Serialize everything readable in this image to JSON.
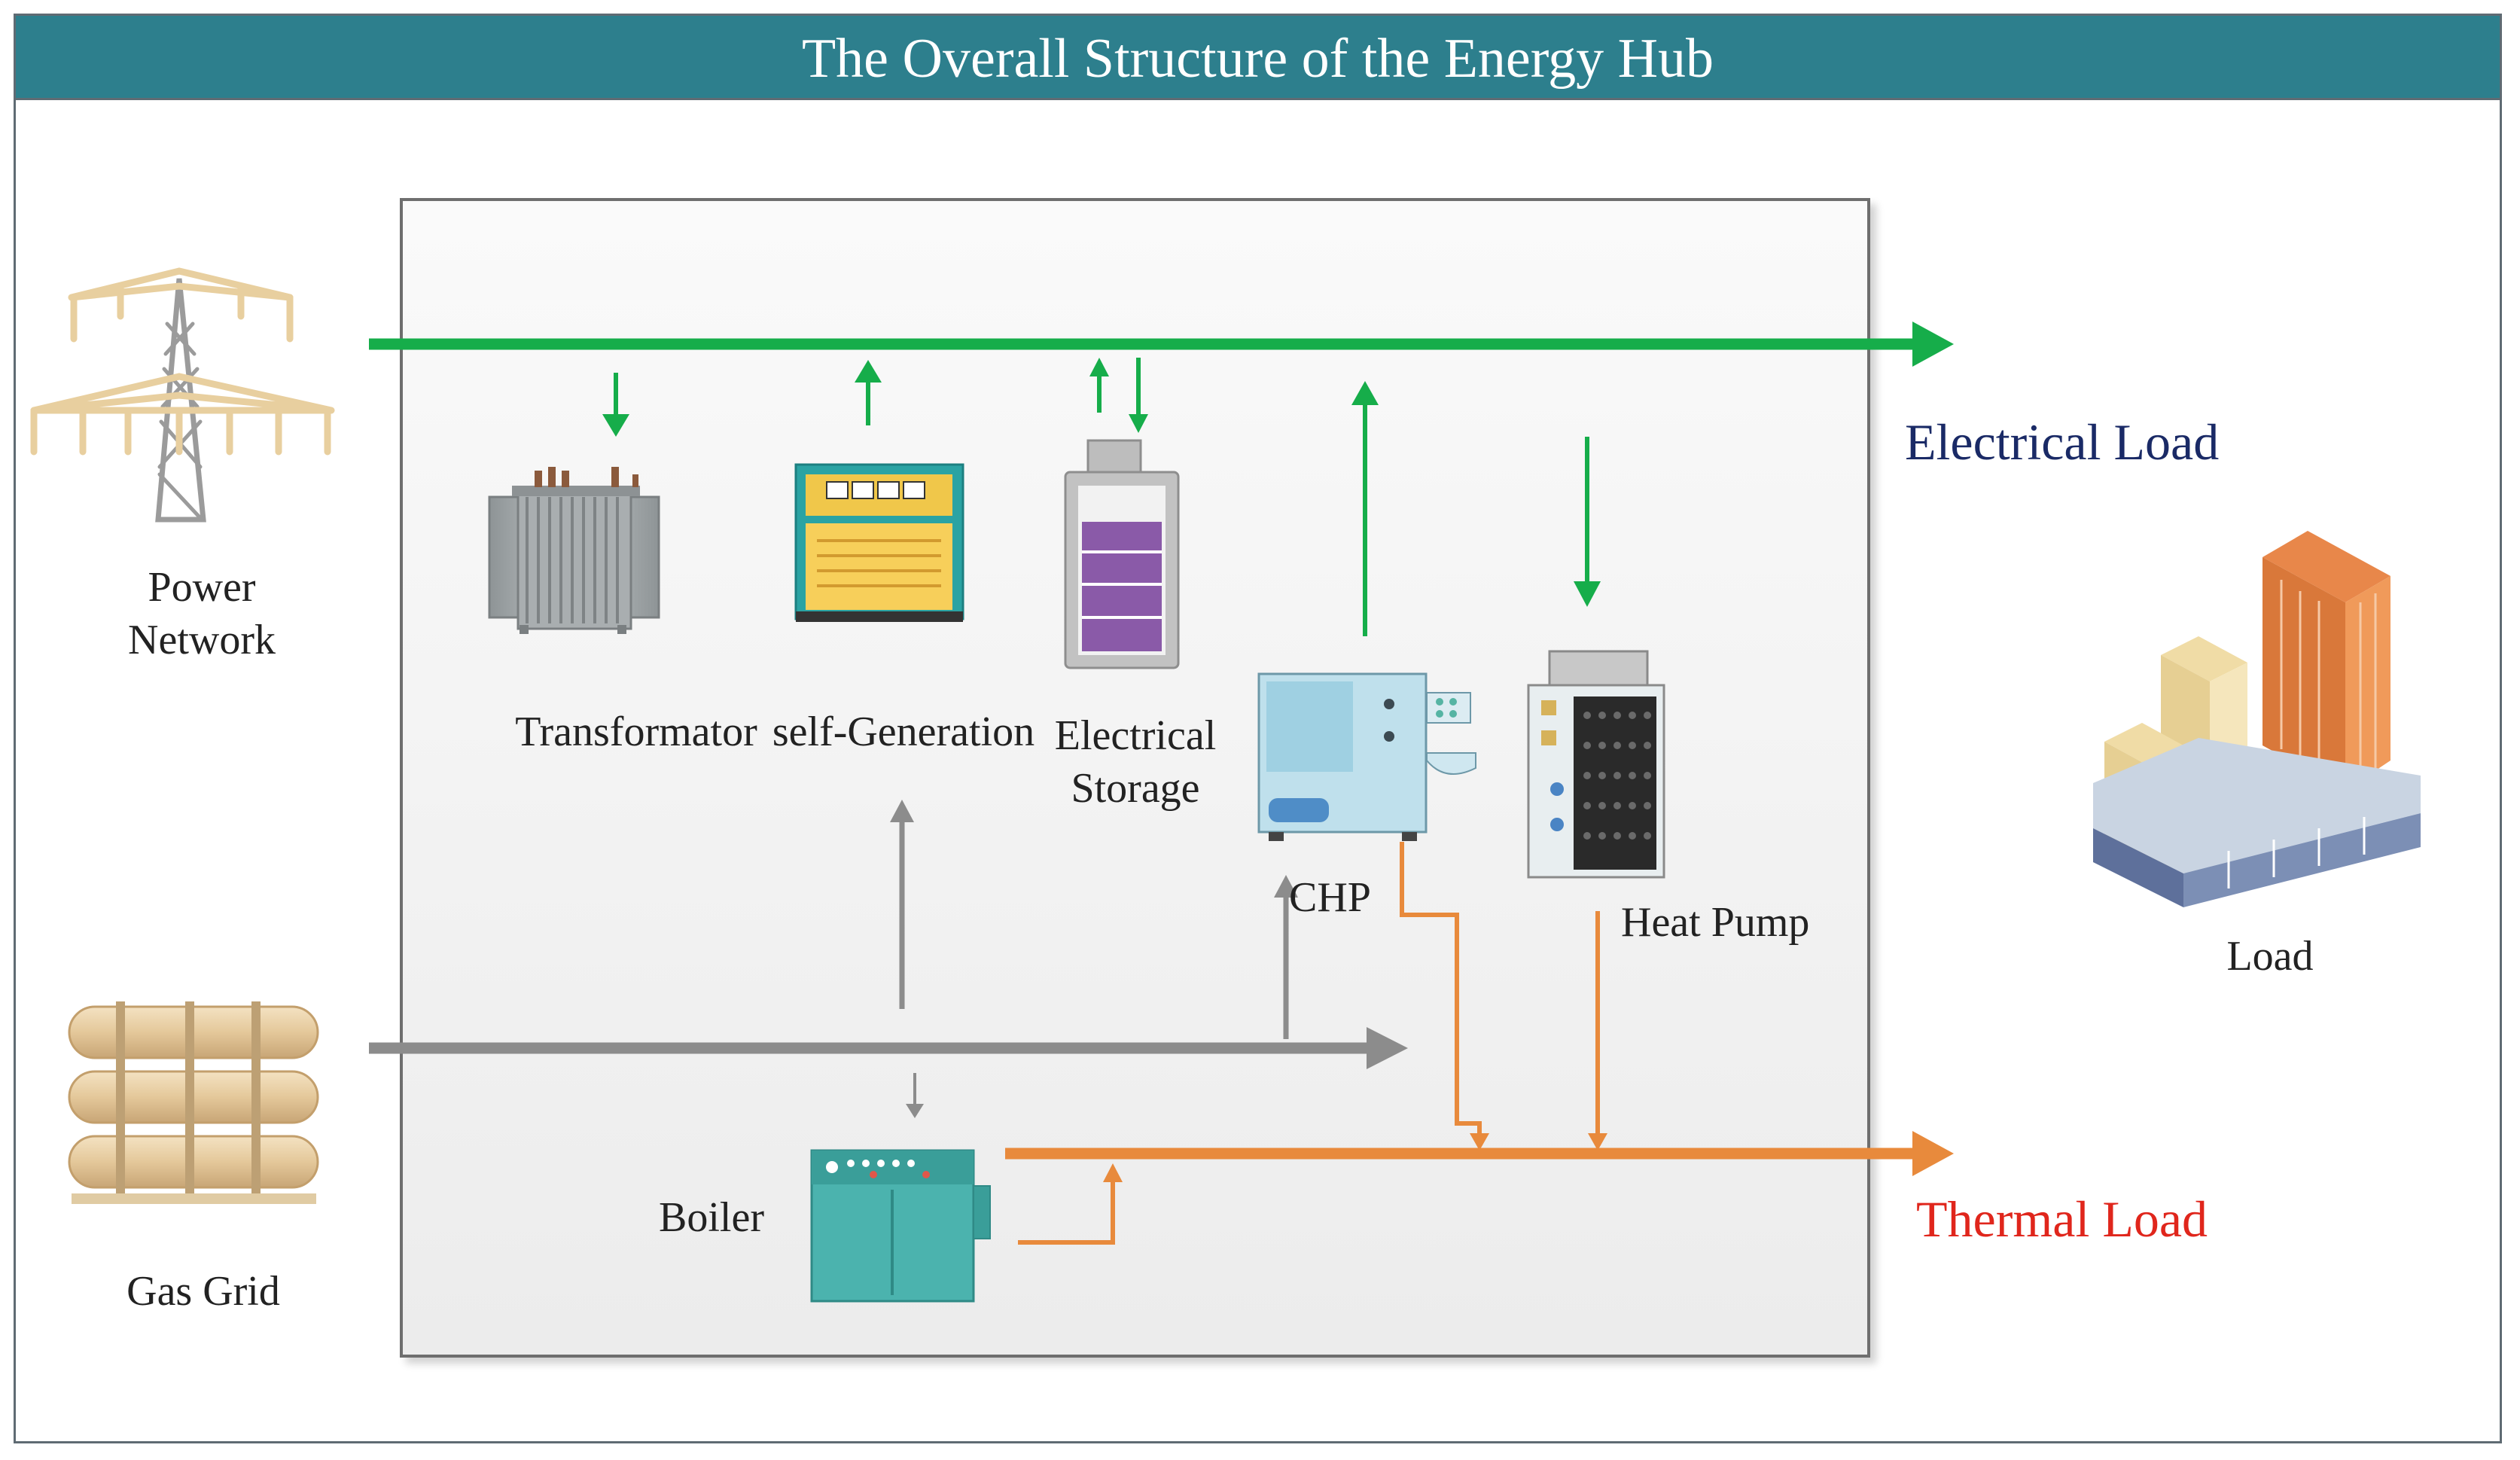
{
  "title": "The Overall Structure of the Energy Hub",
  "sources": {
    "power_network": [
      "Power",
      "Network"
    ],
    "gas_grid": "Gas Grid"
  },
  "devices": {
    "transformator": "Transformator",
    "self_generation": "self-Generation",
    "electrical_storage": [
      "Electrical",
      "Storage"
    ],
    "chp": "CHP",
    "heat_pump": "Heat Pump",
    "boiler": "Boiler"
  },
  "outputs": {
    "electrical_load": "Electrical Load",
    "thermal_load": "Thermal Load",
    "load": "Load"
  },
  "colors": {
    "title_bar": "#2d7f8d",
    "electric_flow": "#16ad4a",
    "gas_flow": "#8c8c8c",
    "thermal_flow": "#e88a3c",
    "electrical_load_text": "#1a2a66",
    "thermal_load_text": "#e0261c"
  }
}
